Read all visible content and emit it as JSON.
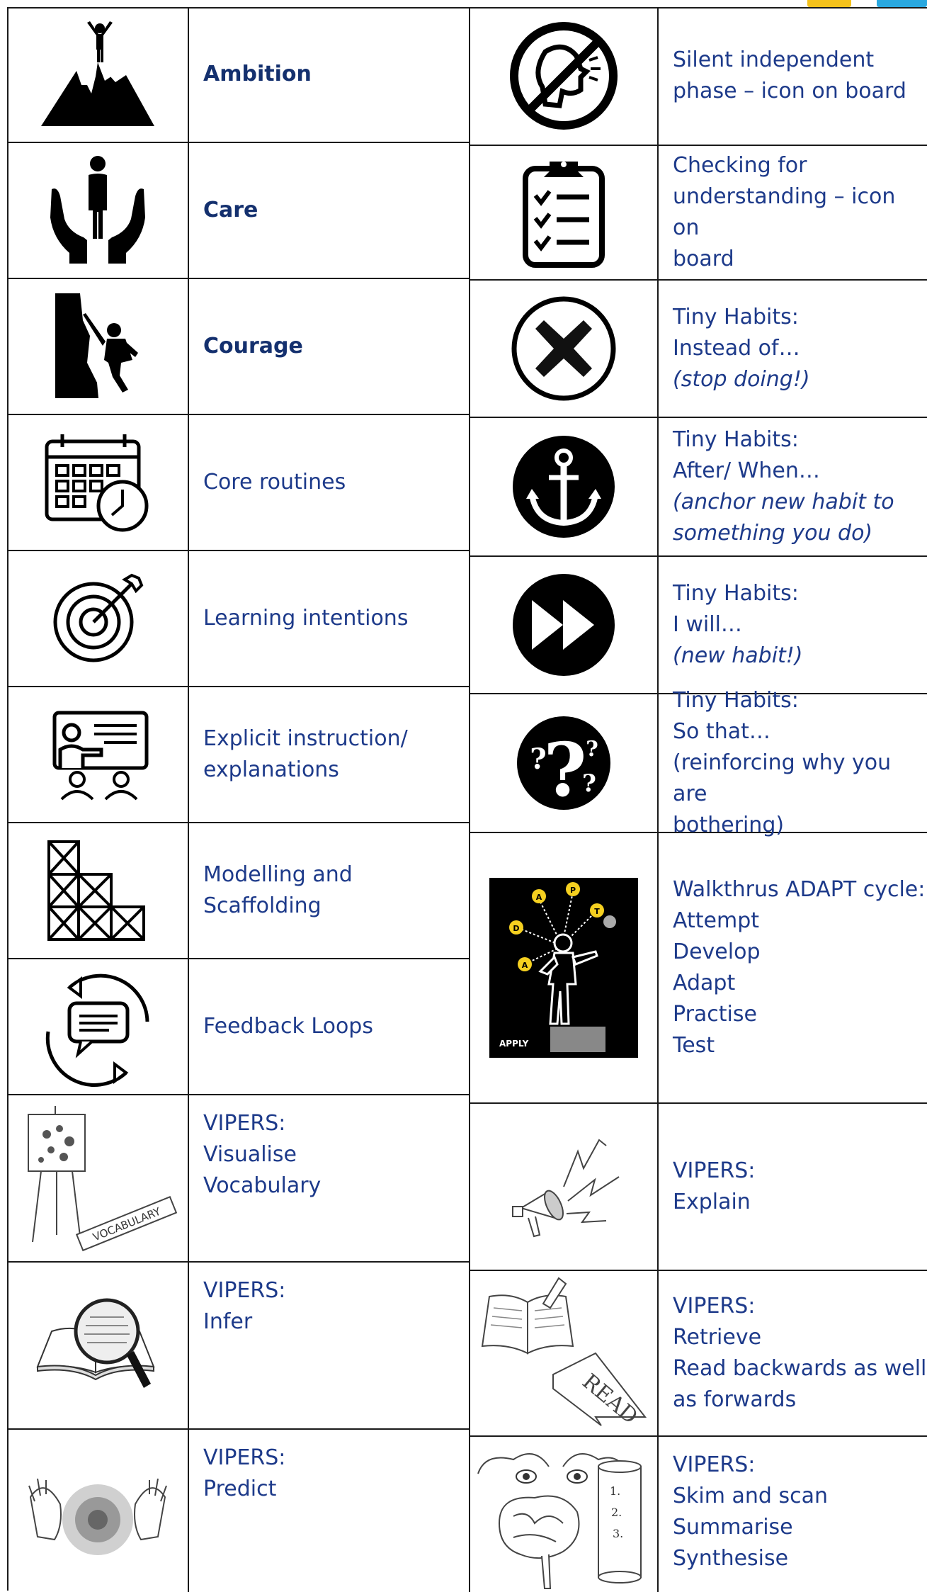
{
  "colors": {
    "text": "#1d3a8a",
    "border": "#1a1a1a",
    "tab_yellow": "#f5c21b",
    "tab_blue": "#29a8e0"
  },
  "left_column": [
    {
      "icon": "mountain-summit-icon",
      "lines": [
        "Ambition"
      ]
    },
    {
      "icon": "care-hands-icon",
      "lines": [
        "Care"
      ]
    },
    {
      "icon": "climber-icon",
      "lines": [
        "Courage"
      ]
    },
    {
      "icon": "calendar-clock-icon",
      "lines": [
        "Core routines"
      ]
    },
    {
      "icon": "target-icon",
      "lines": [
        "Learning intentions"
      ]
    },
    {
      "icon": "teacher-presenting-icon",
      "lines": [
        "Explicit instruction/",
        "explanations"
      ]
    },
    {
      "icon": "scaffolding-icon",
      "lines": [
        "Modelling and",
        "Scaffolding"
      ]
    },
    {
      "icon": "feedback-loop-icon",
      "lines": [
        "Feedback Loops"
      ]
    },
    {
      "icon": "easel-vocabulary-icon",
      "lines": [
        "VIPERS:",
        "Visualise",
        "Vocabulary"
      ]
    },
    {
      "icon": "book-magnifier-icon",
      "lines": [
        "VIPERS:",
        "Infer"
      ]
    },
    {
      "icon": "crystal-ball-icon",
      "lines": [
        "VIPERS:",
        "Predict"
      ]
    }
  ],
  "right_column": [
    {
      "icon": "silent-no-talking-icon",
      "lines": [
        "Silent independent",
        "phase – icon on board"
      ]
    },
    {
      "icon": "clipboard-checklist-icon",
      "lines": [
        "Checking for",
        "understanding – icon on",
        "board"
      ]
    },
    {
      "icon": "cross-circle-icon",
      "lines": [
        "Tiny Habits:",
        "Instead of…",
        "(stop doing!)"
      ]
    },
    {
      "icon": "anchor-icon",
      "lines": [
        "Tiny Habits:",
        "After/ When…",
        "(anchor new habit to",
        "something you do)"
      ]
    },
    {
      "icon": "fast-forward-icon",
      "lines": [
        "Tiny Habits:",
        "I will…",
        "(new habit!)"
      ]
    },
    {
      "icon": "question-marks-icon",
      "lines": [
        "Tiny Habits:",
        "So that…",
        "(reinforcing why you are",
        "bothering)"
      ]
    },
    {
      "icon": "adapt-cycle-figure-icon",
      "apply_label": "APPLY",
      "letters": [
        "A",
        "P",
        "T",
        "D",
        "A"
      ],
      "lines": [
        "Walkthrus ADAPT cycle:",
        "Attempt",
        "Develop",
        "Adapt",
        "Practise",
        "Test"
      ]
    },
    {
      "icon": "megaphone-icon",
      "lines": [
        "VIPERS:",
        "Explain"
      ]
    },
    {
      "icon": "open-book-read-arrow-icon",
      "read_label": "READ",
      "lines": [
        "VIPERS:",
        "Retrieve",
        "Read backwards as well",
        "as forwards"
      ]
    },
    {
      "icon": "brain-scroll-icon",
      "scroll_items": [
        "1.",
        "2.",
        "3."
      ],
      "lines": [
        "VIPERS:",
        "Skim and scan",
        "Summarise",
        "Synthesise"
      ]
    }
  ]
}
